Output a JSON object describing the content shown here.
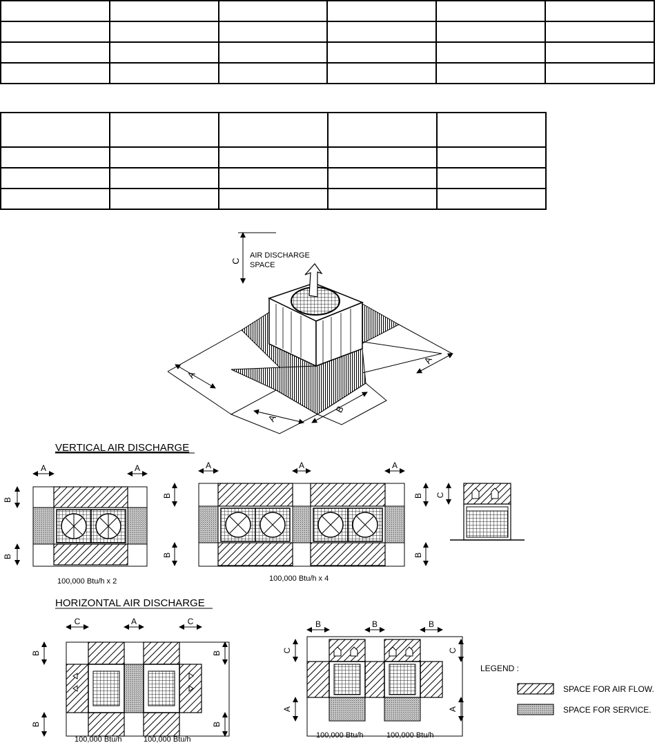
{
  "tables": {
    "table1": {
      "columns": 6,
      "rows": 4
    },
    "table2": {
      "columns": 5,
      "rows": 4
    }
  },
  "iso": {
    "air_discharge_label": [
      "AIR DISCHARGE",
      "SPACE"
    ],
    "dim_labels": {
      "c": "C",
      "a": "A",
      "b": "B"
    }
  },
  "vertical": {
    "title": "VERTICAL AIR DISCHARGE",
    "caption_x2": "100,000 Btu/h x 2",
    "caption_x4": "100,000 Btu/h x 4"
  },
  "horizontal": {
    "title": "HORIZONTAL AIR DISCHARGE",
    "caption_unit": "100,000 Btu/h"
  },
  "legend": {
    "title": "LEGEND :",
    "air_flow": "SPACE FOR AIR FLOW.",
    "service": "SPACE FOR SERVICE."
  }
}
